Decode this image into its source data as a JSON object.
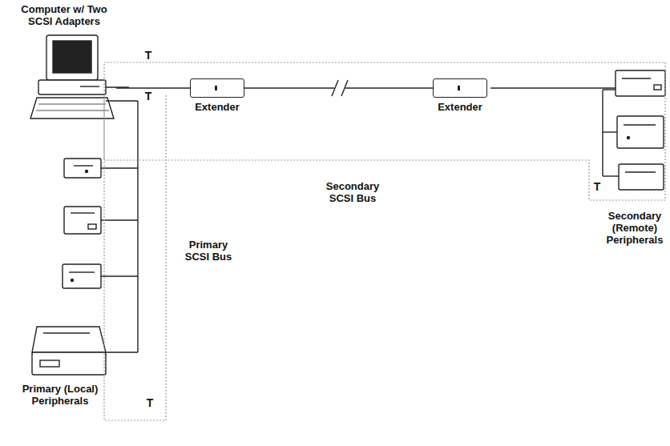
{
  "diagram": {
    "nodes": [
      {
        "text": [
          "Computer w/ Two SCSI Adapters"
        ]
      },
      {
        "text": [
          "Primary SCSI Bus"
        ]
      },
      {
        "text": [
          "Secondary SCSI Bus"
        ]
      },
      {
        "text": [
          "Extender"
        ],
        "in": 2
      },
      {
        "text": [
          "Extender"
        ],
        "in": 2
      }
    ],
    "edges": [
      {
        "from": 0,
        "to": 3,
        "arrow": "none"
      },
      {
        "from": 3,
        "to": 4,
        "arrow": "none"
      }
    ],
    "labels": [
      "T",
      "T",
      "T",
      "Primary (Local) Peripherals",
      "T",
      "Secondary (Remote) Peripherals"
    ]
  }
}
